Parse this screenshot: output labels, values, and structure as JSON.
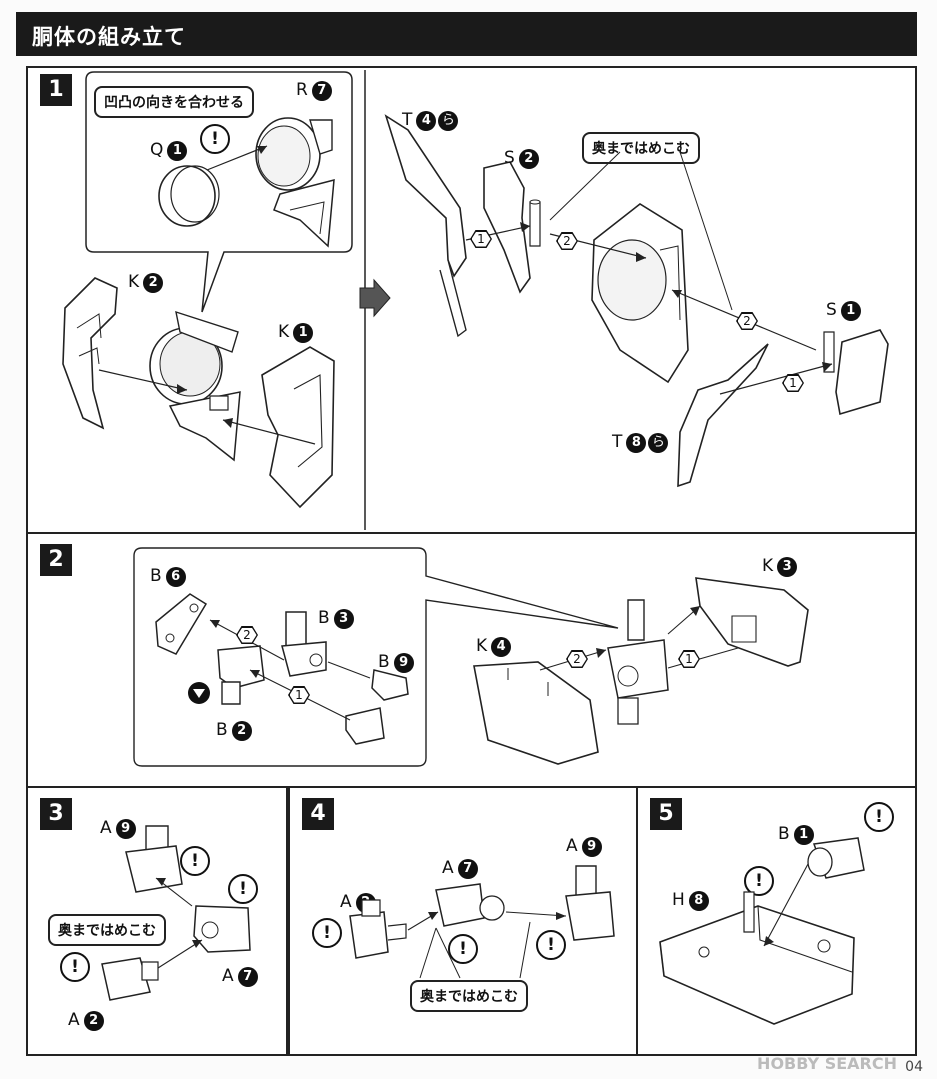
{
  "header": {
    "title": "胴体の組み立て"
  },
  "steps": {
    "s1": "1",
    "s2": "2",
    "s3": "3",
    "s4": "4",
    "s5": "5"
  },
  "callouts": {
    "align": "凹凸の向きを合わせる",
    "push_in": "奥まではめこむ"
  },
  "labels": {
    "r7": {
      "letter": "R",
      "num": "7"
    },
    "q1": {
      "letter": "Q",
      "num": "1"
    },
    "k2": {
      "letter": "K",
      "num": "2"
    },
    "k1": {
      "letter": "K",
      "num": "1"
    },
    "t4": {
      "letter": "T",
      "num": "4"
    },
    "s2": {
      "letter": "S",
      "num": "2"
    },
    "s1": {
      "letter": "S",
      "num": "1"
    },
    "t8": {
      "letter": "T",
      "num": "8"
    },
    "b6": {
      "letter": "B",
      "num": "6"
    },
    "b3": {
      "letter": "B",
      "num": "3"
    },
    "b9": {
      "letter": "B",
      "num": "9"
    },
    "b2": {
      "letter": "B",
      "num": "2"
    },
    "k4": {
      "letter": "K",
      "num": "4"
    },
    "k3": {
      "letter": "K",
      "num": "3"
    },
    "a9_3": {
      "letter": "A",
      "num": "9"
    },
    "a7_3": {
      "letter": "A",
      "num": "7"
    },
    "a2_3": {
      "letter": "A",
      "num": "2"
    },
    "a2_4": {
      "letter": "A",
      "num": "2"
    },
    "a7_4": {
      "letter": "A",
      "num": "7"
    },
    "a9_4": {
      "letter": "A",
      "num": "9"
    },
    "b1": {
      "letter": "B",
      "num": "1"
    },
    "h8": {
      "letter": "H",
      "num": "8"
    }
  },
  "order_marks": {
    "one": "1",
    "two": "2"
  },
  "marks": {
    "caution": "!",
    "spiral": "ら"
  },
  "footer": {
    "watermark": "HOBBY SEARCH",
    "page": "04"
  }
}
